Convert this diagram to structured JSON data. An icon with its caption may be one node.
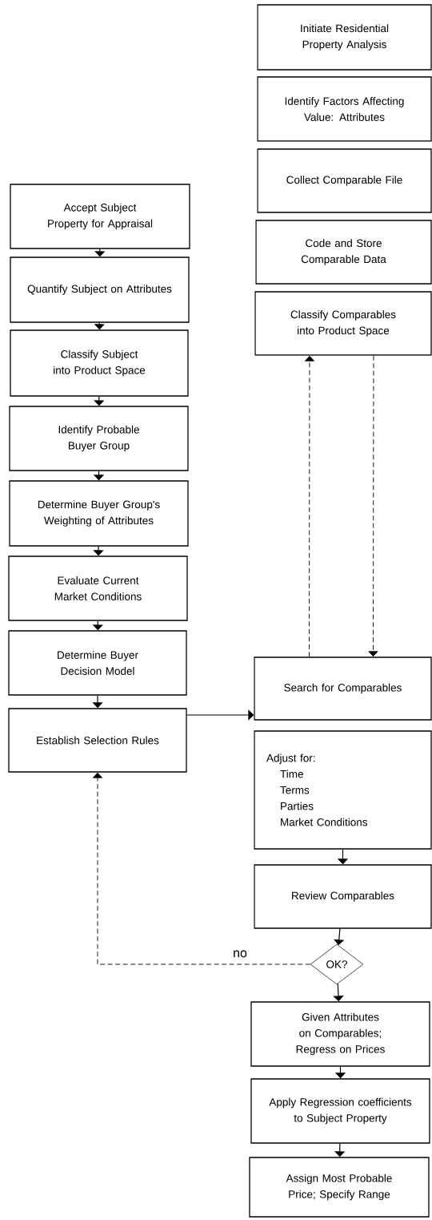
{
  "diagram": {
    "nodes": [
      {
        "text": [
          "Initiate Residential Property Analysis"
        ]
      },
      {
        "text": [
          "Identify Factors Affecting Value: Attributes"
        ]
      },
      {
        "text": [
          "Collect Comparable File"
        ]
      },
      {
        "text": [
          "Code and Store Comparable Data"
        ]
      },
      {
        "text": [
          "Classify Comparables into Product Space"
        ]
      },
      {
        "text": [
          "Accept Subject Property for Appraisal"
        ]
      },
      {
        "text": [
          "Quantify Subject on Attributes"
        ]
      },
      {
        "text": [
          "Classify Subject into Product Space"
        ]
      },
      {
        "text": [
          "Identify Probable Buyer Group"
        ]
      },
      {
        "text": [
          "Determine Buyer Group's Weighting of Attributes"
        ]
      },
      {
        "text": [
          "Evaluate Current Market Conditions"
        ]
      },
      {
        "text": [
          "Determine Buyer Decision Model"
        ]
      },
      {
        "text": [
          "Establish Selection Rules"
        ]
      },
      {
        "text": [
          "Search for Comparables"
        ]
      },
      {
        "text": [
          "Adjust for:",
          "Time",
          "Terms",
          "Parties",
          "Market Conditions"
        ]
      },
      {
        "text": [
          "Review Comparables"
        ]
      },
      {
        "text": [
          "OK?"
        ]
      },
      {
        "text": [
          "Given Attributes on Comparables; Regress on Prices"
        ]
      },
      {
        "text": [
          "Apply Regression coefficients to Subject Property"
        ]
      },
      {
        "text": [
          "Assign Most Probable Price; Specify Range"
        ]
      }
    ],
    "edges": [
      {
        "from": 5,
        "to": 6,
        "arrow": "to"
      },
      {
        "from": 6,
        "to": 7,
        "arrow": "to"
      },
      {
        "from": 7,
        "to": 8,
        "arrow": "to"
      },
      {
        "from": 8,
        "to": 9,
        "arrow": "to"
      },
      {
        "from": 9,
        "to": 10,
        "arrow": "to"
      },
      {
        "from": 10,
        "to": 11,
        "arrow": "to"
      },
      {
        "from": 11,
        "to": 12,
        "arrow": "to"
      },
      {
        "from": 12,
        "to": 13,
        "arrow": "to"
      },
      {
        "from": 13,
        "to": 4,
        "arrow": "to",
        "style": "dashed"
      },
      {
        "from": 4,
        "to": 13,
        "arrow": "to",
        "style": "dashed"
      },
      {
        "from": 14,
        "to": 15,
        "arrow": "to"
      },
      {
        "from": 15,
        "to": 16,
        "arrow": "to"
      },
      {
        "from": 16,
        "to": 12,
        "arrow": "to",
        "style": "dashed",
        "label": "no"
      },
      {
        "from": 16,
        "to": 17,
        "arrow": "to"
      },
      {
        "from": 17,
        "to": 18,
        "arrow": "to"
      },
      {
        "from": 18,
        "to": 19,
        "arrow": "to"
      }
    ]
  }
}
